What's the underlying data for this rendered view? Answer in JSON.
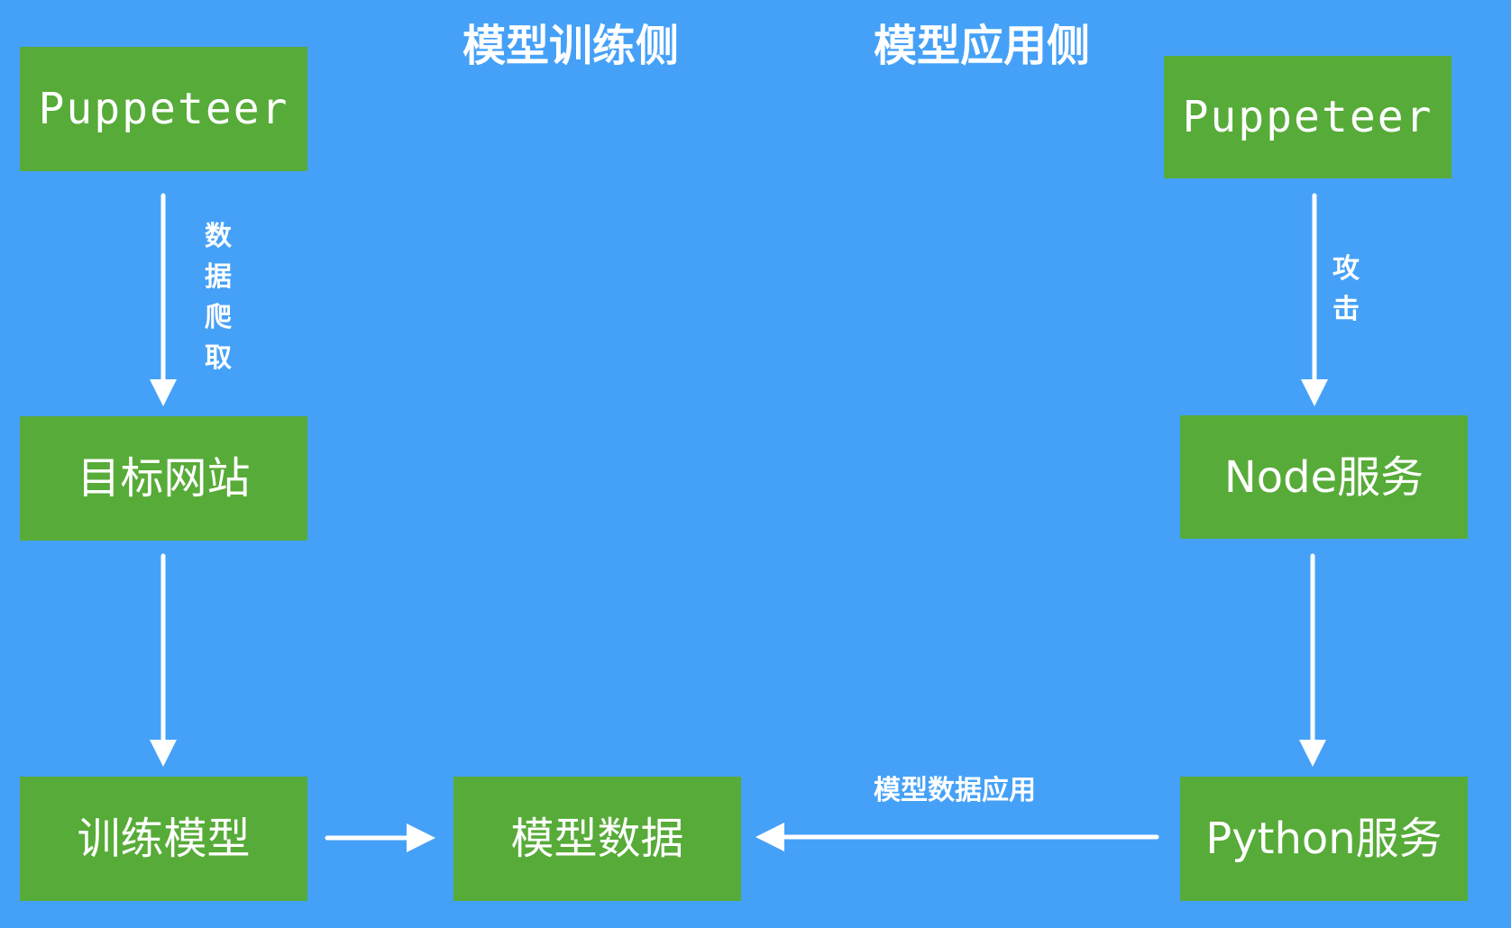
{
  "headings": {
    "training_side": "模型训练侧",
    "application_side": "模型应用侧"
  },
  "nodes": {
    "puppeteer_left": "Puppeteer",
    "target_site": "目标网站",
    "train_model": "训练模型",
    "model_data": "模型数据",
    "puppeteer_right": "Puppeteer",
    "node_service": "Node服务",
    "python_service": "Python服务"
  },
  "edges": {
    "crawl": "数据爬取",
    "attack": "攻击",
    "apply_model_data": "模型数据应用"
  },
  "colors": {
    "background": "#45a1f7",
    "box": "#57ab38",
    "text": "#ffffff",
    "arrow": "#ffffff"
  }
}
